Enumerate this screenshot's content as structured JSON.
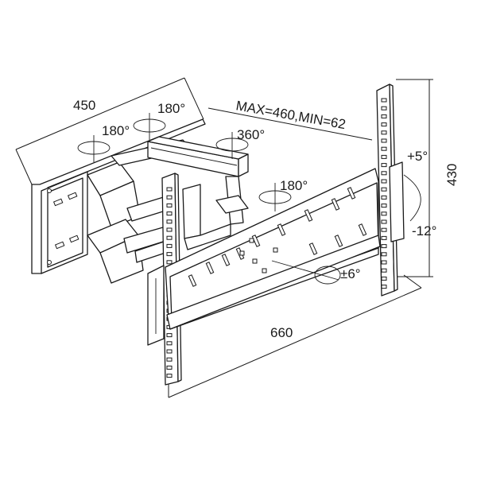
{
  "labels": {
    "depth": "450",
    "width": "660",
    "height": "430",
    "extension": "MAX=460,MIN=62",
    "rot_wall_a": "180°",
    "rot_wall_b": "180°",
    "rot_mid": "360°",
    "rot_head": "180°",
    "tilt_up": "+5°",
    "tilt_down": "-12°",
    "level": "±6°"
  }
}
